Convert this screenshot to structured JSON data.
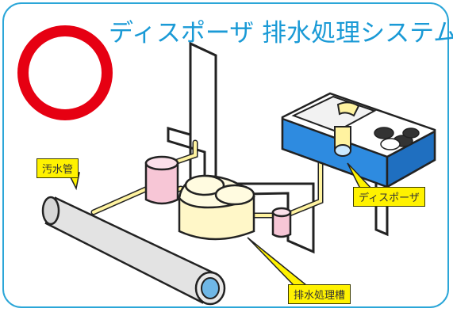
{
  "title": "ディスポーザ 排水処理システム",
  "mark": "maru",
  "labels": {
    "sewer_pipe": "汚水管",
    "disposer": "ディスポーザ",
    "treatment_tank": "排水処理槽"
  },
  "colors": {
    "title": "#1a9ad6",
    "frame": "#2ba6d8",
    "circle": "#e60012",
    "label_bg": "#fff200",
    "sink_cabinet": "#2e8be0",
    "tank": "#fff7c8",
    "trap": "#f7c6d6",
    "pipe": "#dcdcdc"
  }
}
